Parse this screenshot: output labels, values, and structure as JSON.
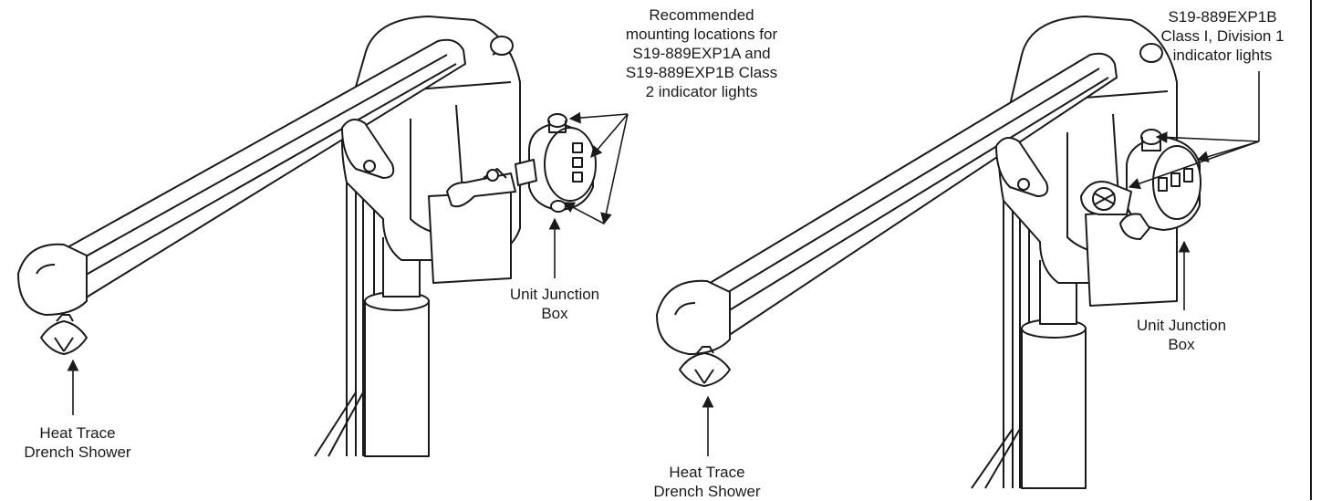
{
  "left_figure": {
    "mounting_label": [
      "Recommended",
      "mounting locations for",
      "S19-889EXP1A and",
      "S19-889EXP1B Class",
      "2 indicator lights"
    ],
    "junction_label": [
      "Unit Junction",
      "Box"
    ],
    "shower_label": [
      "Heat Trace",
      "Drench Shower"
    ]
  },
  "right_figure": {
    "indicator_label": [
      "S19-889EXP1B",
      "Class I, Division 1",
      "indicator lights"
    ],
    "junction_label": [
      "Unit Junction",
      "Box"
    ],
    "shower_label": [
      "Heat Trace",
      "Drench Shower"
    ]
  },
  "colors": {
    "line": "#1a1a1a",
    "background": "#ffffff",
    "fill": "#ffffff"
  }
}
